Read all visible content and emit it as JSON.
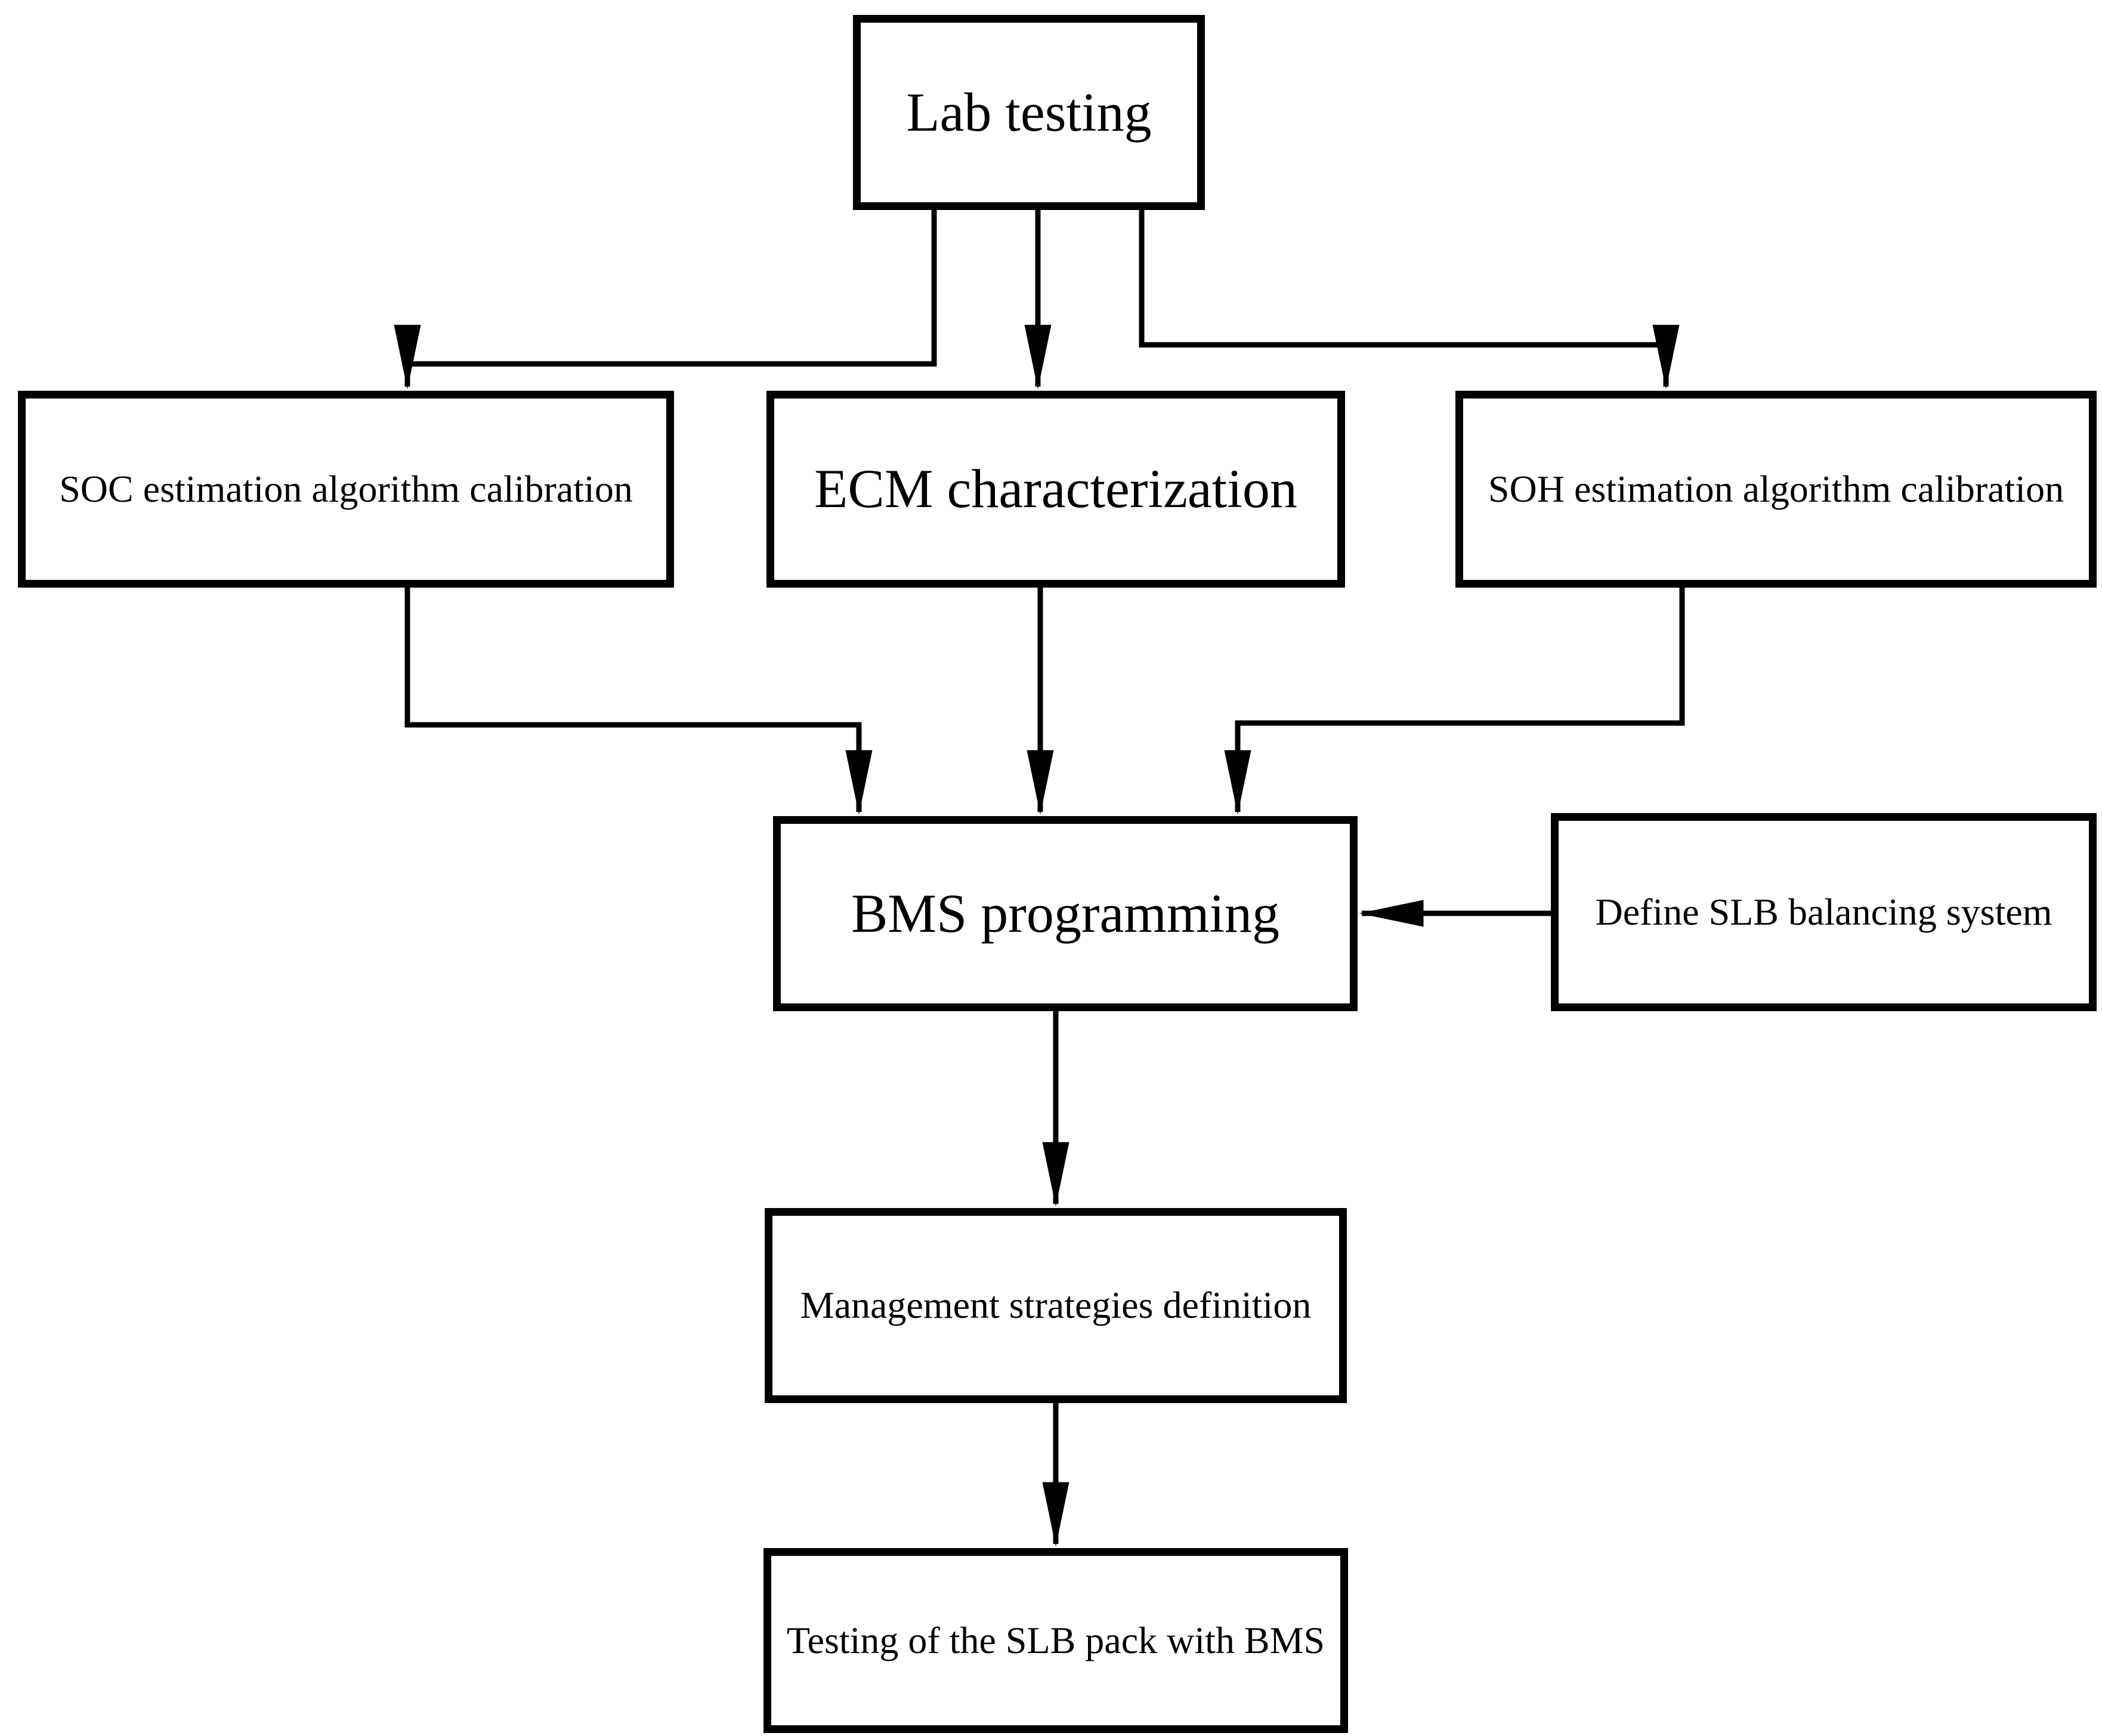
{
  "figure": {
    "type": "flowchart",
    "background_color": "#ffffff",
    "ink_color": "#000000"
  },
  "nodes": {
    "lab_testing": {
      "label": "Lab testing",
      "emphasis": "large"
    },
    "soc": {
      "label": "SOC estimation algorithm calibration",
      "emphasis": "small"
    },
    "ecm": {
      "label": "ECM characterization",
      "emphasis": "large"
    },
    "soh": {
      "label": "SOH estimation algorithm calibration",
      "emphasis": "small"
    },
    "bms": {
      "label": "BMS programming",
      "emphasis": "large"
    },
    "slb": {
      "label": "Define SLB balancing system",
      "emphasis": "small"
    },
    "mgmt": {
      "label": "Management strategies definition",
      "emphasis": "small"
    },
    "test": {
      "label": "Testing of the SLB pack with BMS",
      "emphasis": "small"
    }
  },
  "edges": [
    {
      "from": "lab_testing",
      "to": "soc"
    },
    {
      "from": "lab_testing",
      "to": "ecm"
    },
    {
      "from": "lab_testing",
      "to": "soh"
    },
    {
      "from": "soc",
      "to": "bms"
    },
    {
      "from": "ecm",
      "to": "bms"
    },
    {
      "from": "soh",
      "to": "bms"
    },
    {
      "from": "slb",
      "to": "bms"
    },
    {
      "from": "bms",
      "to": "mgmt"
    },
    {
      "from": "mgmt",
      "to": "test"
    }
  ]
}
